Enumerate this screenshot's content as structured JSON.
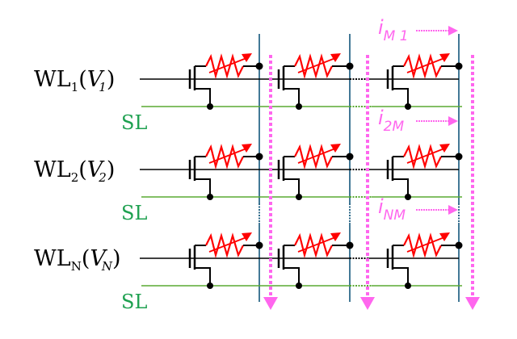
{
  "title": "Crossbar array of 1T1R memory cells",
  "rows": [
    {
      "wl_base": "WL",
      "wl_sub": "1",
      "v_base": "V",
      "v_sub": "1",
      "sl_label": "SL",
      "current": {
        "base": "i",
        "sub": "M 1"
      }
    },
    {
      "wl_base": "WL",
      "wl_sub": "2",
      "v_base": "V",
      "v_sub": "2",
      "sl_label": "SL",
      "current": {
        "base": "i",
        "sub": "2M"
      }
    },
    {
      "wl_base": "WL",
      "wl_sub": "N",
      "v_base": "V",
      "v_sub": "N",
      "sl_label": "SL",
      "current": {
        "base": "i",
        "sub": "NM"
      }
    }
  ],
  "columns": 3,
  "colors": {
    "wire": "#000000",
    "source_line": "#5aaa32",
    "sl_text": "#1ea050",
    "bit_line": "#2e6a8a",
    "resistor": "#ff0000",
    "current": "#ff66ee"
  }
}
